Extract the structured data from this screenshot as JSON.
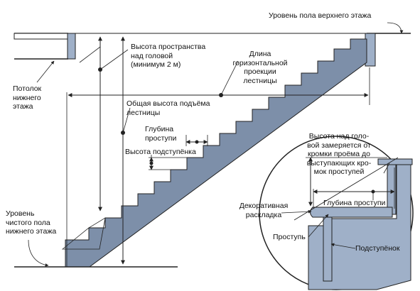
{
  "labels": {
    "upper_floor_level": "Уровень пола верхнего этажа",
    "headroom_height": "Высота пространства\nнад головой\n(минимум 2 м)",
    "horizontal_projection": "Длина\nгоризонтальной\nпроекции\nлестницы",
    "lower_ceiling": "Потолок\nнижнего\nэтажа",
    "total_rise": "Общая высота подъёма\nлестницы",
    "tread_depth": "Глубина\nпроступи",
    "riser_height": "Высота подступёнка",
    "finished_floor_lower": "Уровень\nчистого пола\nнижнего этажа",
    "headroom_measure_note": "Высота над голо-\nвой замеряется от\nкромки проёма до\nвыступающих кро-\nмок проступей",
    "tread_depth_detail": "Глубина проступи",
    "nosing_trim": "Декоративная\nраскладка",
    "tread": "Проступь",
    "riser": "Подступёнок"
  },
  "colors": {
    "stair_fill": "#7d8fa9",
    "stair_fill_light": "#9fb0c8",
    "line": "#222222"
  }
}
